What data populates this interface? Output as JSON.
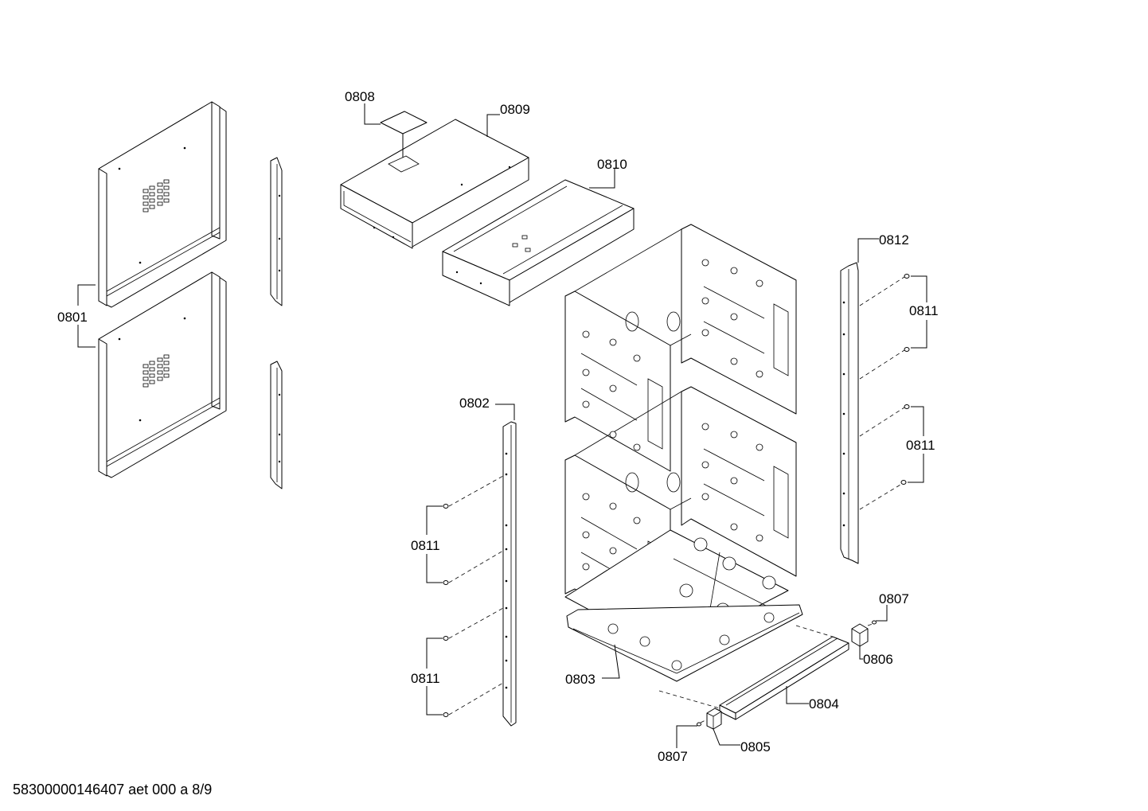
{
  "drawing": {
    "footer": "58300000146407 aet 000 a 8/9",
    "callouts": {
      "c0801": "0801",
      "c0802": "0802",
      "c0803": "0803",
      "c0804": "0804",
      "c0805": "0805",
      "c0806": "0806",
      "c0807a": "0807",
      "c0807b": "0807",
      "c0808": "0808",
      "c0809": "0809",
      "c0810": "0810",
      "c0811a": "0811",
      "c0811b": "0811",
      "c0811c": "0811",
      "c0811d": "0811",
      "c0812": "0812"
    }
  }
}
